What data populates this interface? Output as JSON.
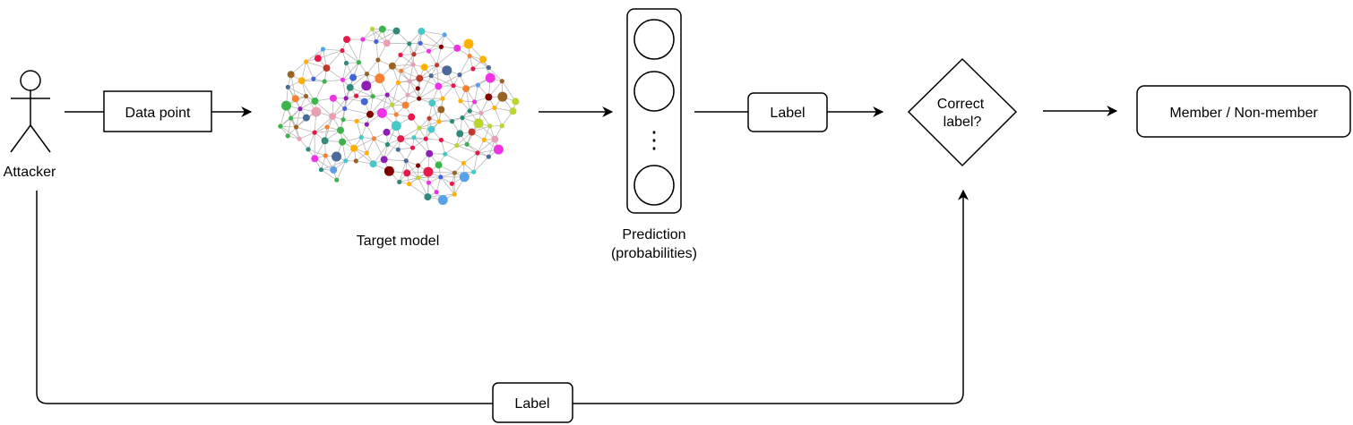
{
  "actor": {
    "label": "Attacker"
  },
  "data_point_box": {
    "label": "Data point"
  },
  "model": {
    "caption": "Target model"
  },
  "prediction": {
    "line1": "Prediction",
    "line2": "(probabilities)",
    "ellipsis": "⋮"
  },
  "label_box_top": {
    "label": "Label"
  },
  "decision": {
    "line1": "Correct",
    "line2": "label?"
  },
  "result_box": {
    "label": "Member / Non-member"
  },
  "label_box_bottom": {
    "label": "Label"
  },
  "brain_palette": [
    "#e6194b",
    "#3cb44b",
    "#4363d8",
    "#f58231",
    "#911eb4",
    "#46c8c8",
    "#f032e6",
    "#bcd430",
    "#e8a0b4",
    "#2f8a7a",
    "#9a6324",
    "#800000",
    "#5aa0e6",
    "#ffb000",
    "#c0392b",
    "#4a6a9a"
  ]
}
